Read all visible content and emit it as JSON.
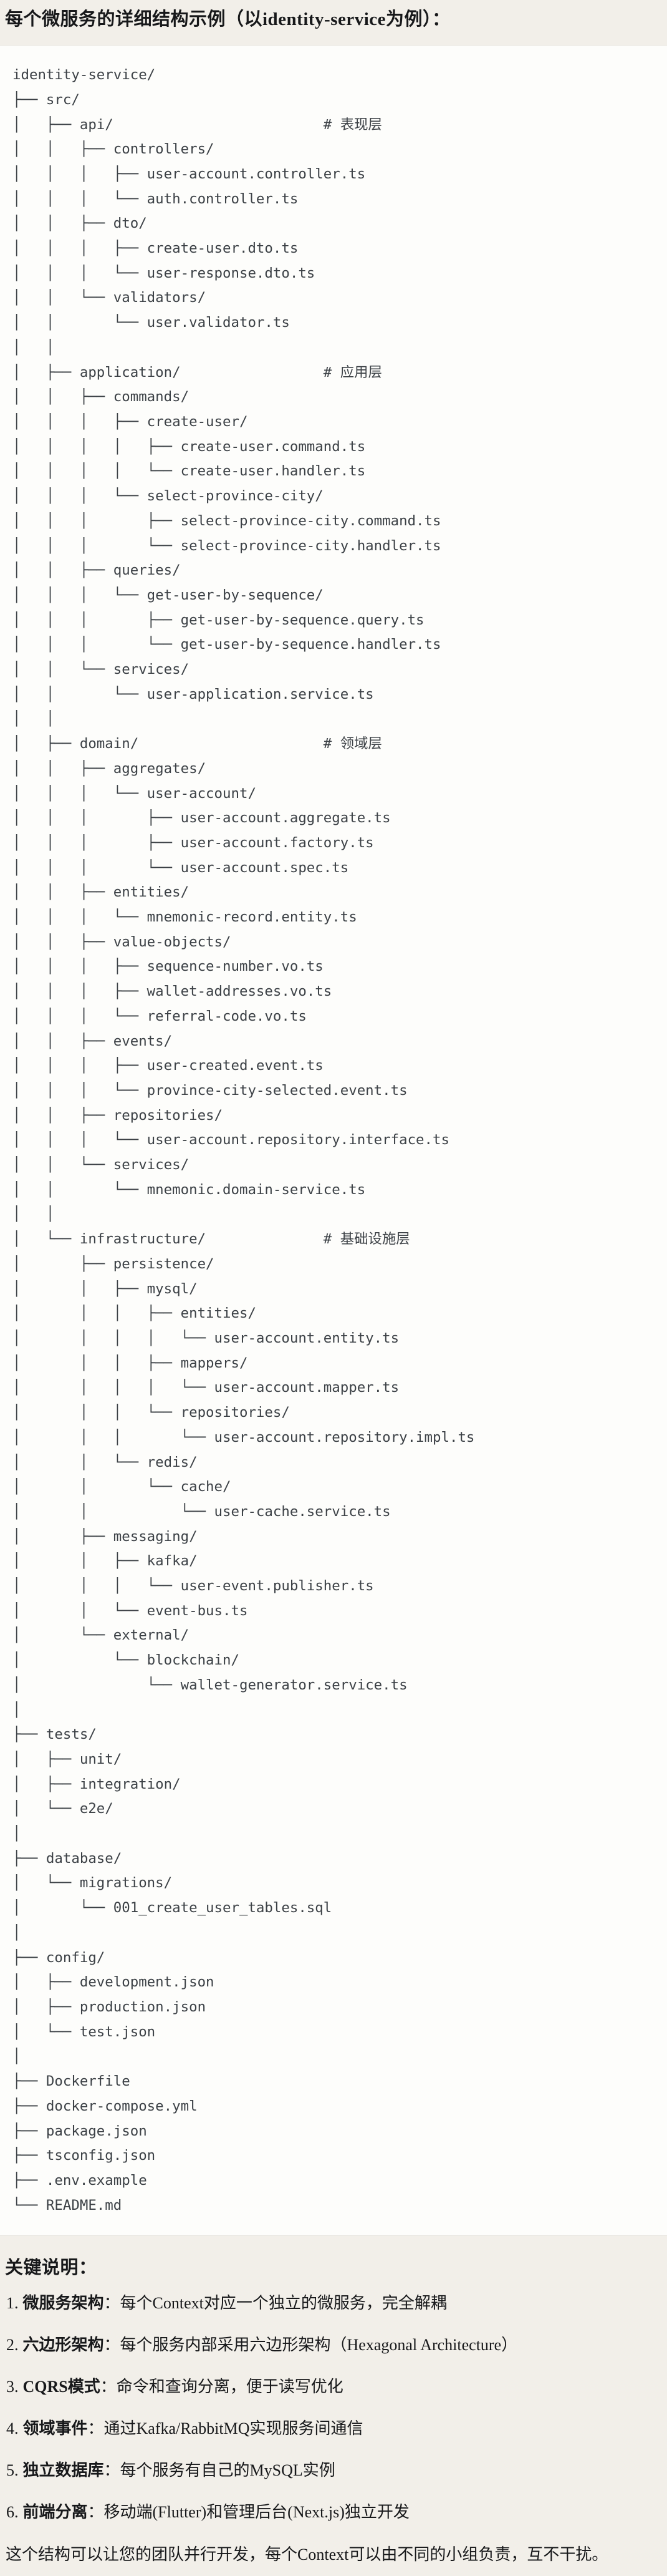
{
  "page": {
    "title": "每个微服务的详细结构示例（以identity-service为例）："
  },
  "code_block": {
    "content_type": "directory-tree",
    "root": "identity-service/",
    "layer_comments": [
      "# 表现层",
      "# 应用层",
      "# 领域层",
      "# 基础设施层"
    ],
    "tree_lines": [
      "identity-service/",
      "├── src/",
      "│   ├── api/                         # 表现层",
      "│   │   ├── controllers/",
      "│   │   │   ├── user-account.controller.ts",
      "│   │   │   └── auth.controller.ts",
      "│   │   ├── dto/",
      "│   │   │   ├── create-user.dto.ts",
      "│   │   │   └── user-response.dto.ts",
      "│   │   └── validators/",
      "│   │       └── user.validator.ts",
      "│   │",
      "│   ├── application/                 # 应用层",
      "│   │   ├── commands/",
      "│   │   │   ├── create-user/",
      "│   │   │   │   ├── create-user.command.ts",
      "│   │   │   │   └── create-user.handler.ts",
      "│   │   │   └── select-province-city/",
      "│   │   │       ├── select-province-city.command.ts",
      "│   │   │       └── select-province-city.handler.ts",
      "│   │   ├── queries/",
      "│   │   │   └── get-user-by-sequence/",
      "│   │   │       ├── get-user-by-sequence.query.ts",
      "│   │   │       └── get-user-by-sequence.handler.ts",
      "│   │   └── services/",
      "│   │       └── user-application.service.ts",
      "│   │",
      "│   ├── domain/                      # 领域层",
      "│   │   ├── aggregates/",
      "│   │   │   └── user-account/",
      "│   │   │       ├── user-account.aggregate.ts",
      "│   │   │       ├── user-account.factory.ts",
      "│   │   │       └── user-account.spec.ts",
      "│   │   ├── entities/",
      "│   │   │   └── mnemonic-record.entity.ts",
      "│   │   ├── value-objects/",
      "│   │   │   ├── sequence-number.vo.ts",
      "│   │   │   ├── wallet-addresses.vo.ts",
      "│   │   │   └── referral-code.vo.ts",
      "│   │   ├── events/",
      "│   │   │   ├── user-created.event.ts",
      "│   │   │   └── province-city-selected.event.ts",
      "│   │   ├── repositories/",
      "│   │   │   └── user-account.repository.interface.ts",
      "│   │   └── services/",
      "│   │       └── mnemonic.domain-service.ts",
      "│   │",
      "│   └── infrastructure/              # 基础设施层",
      "│       ├── persistence/",
      "│       │   ├── mysql/",
      "│       │   │   ├── entities/",
      "│       │   │   │   └── user-account.entity.ts",
      "│       │   │   ├── mappers/",
      "│       │   │   │   └── user-account.mapper.ts",
      "│       │   │   └── repositories/",
      "│       │   │       └── user-account.repository.impl.ts",
      "│       │   └── redis/",
      "│       │       └── cache/",
      "│       │           └── user-cache.service.ts",
      "│       ├── messaging/",
      "│       │   ├── kafka/",
      "│       │   │   └── user-event.publisher.ts",
      "│       │   └── event-bus.ts",
      "│       └── external/",
      "│           └── blockchain/",
      "│               └── wallet-generator.service.ts",
      "│",
      "├── tests/",
      "│   ├── unit/",
      "│   ├── integration/",
      "│   └── e2e/",
      "│",
      "├── database/",
      "│   └── migrations/",
      "│       └── 001_create_user_tables.sql",
      "│",
      "├── config/",
      "│   ├── development.json",
      "│   ├── production.json",
      "│   └── test.json",
      "│",
      "├── Dockerfile",
      "├── docker-compose.yml",
      "├── package.json",
      "├── tsconfig.json",
      "├── .env.example",
      "└── README.md"
    ]
  },
  "key_points": {
    "heading": "关键说明：",
    "items": [
      {
        "num": "1.",
        "term": "微服务架构",
        "desc": "：每个Context对应一个独立的微服务，完全解耦"
      },
      {
        "num": "2.",
        "term": "六边形架构",
        "desc": "：每个服务内部采用六边形架构（Hexagonal Architecture）"
      },
      {
        "num": "3.",
        "term": "CQRS模式",
        "desc": "：命令和查询分离，便于读写优化"
      },
      {
        "num": "4.",
        "term": "领域事件",
        "desc": "：通过Kafka/RabbitMQ实现服务间通信"
      },
      {
        "num": "5.",
        "term": "独立数据库",
        "desc": "：每个服务有自己的MySQL实例"
      },
      {
        "num": "6.",
        "term": "前端分离",
        "desc": "：移动端(Flutter)和管理后台(Next.js)独立开发"
      }
    ]
  },
  "footer": {
    "text": "这个结构可以让您的团队并行开发，每个Context可以由不同的小组负责，互不干扰。"
  },
  "colors": {
    "page_background": "#f2efe9",
    "code_background": "#fdfdfb",
    "code_border": "#e6e3dc",
    "tree_text": "#3c4146",
    "body_text": "#17181a"
  }
}
